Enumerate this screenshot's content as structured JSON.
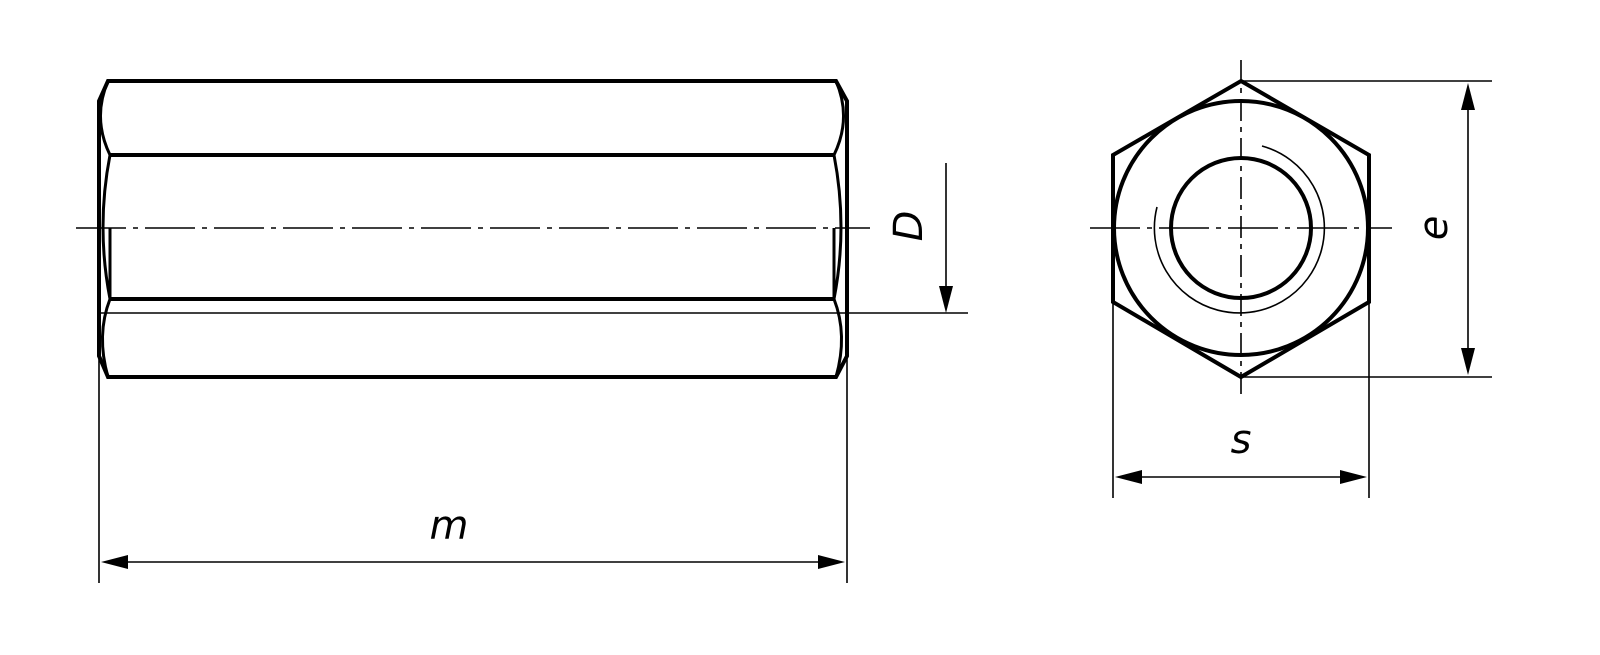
{
  "dimensions": {
    "length_label": "m",
    "thread_label": "D",
    "across_flats_label": "s",
    "across_corners_label": "e"
  }
}
